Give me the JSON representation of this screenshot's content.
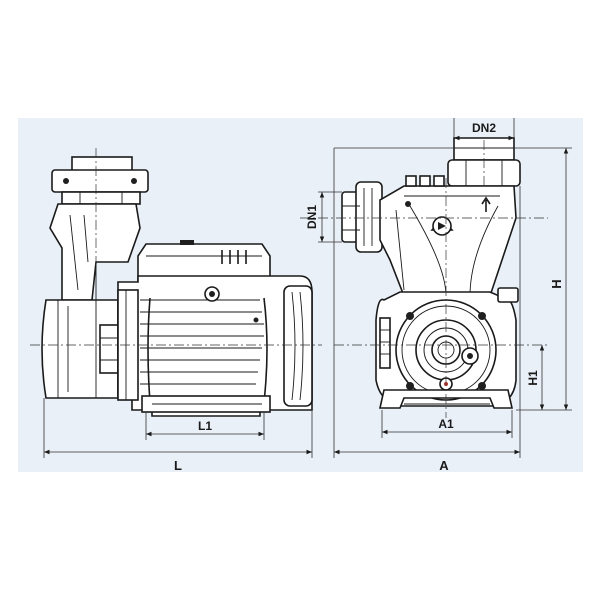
{
  "colors": {
    "background_band": "#e9f0f7",
    "line": "#1a1a1a"
  },
  "side_view": {
    "dimensions": {
      "overall_length": "L",
      "foot_spacing": "L1"
    }
  },
  "front_view": {
    "dimensions": {
      "inlet": "DN1",
      "outlet": "DN2",
      "height": "H",
      "shaft_height": "H1",
      "width": "A",
      "foot_width": "A1"
    }
  }
}
